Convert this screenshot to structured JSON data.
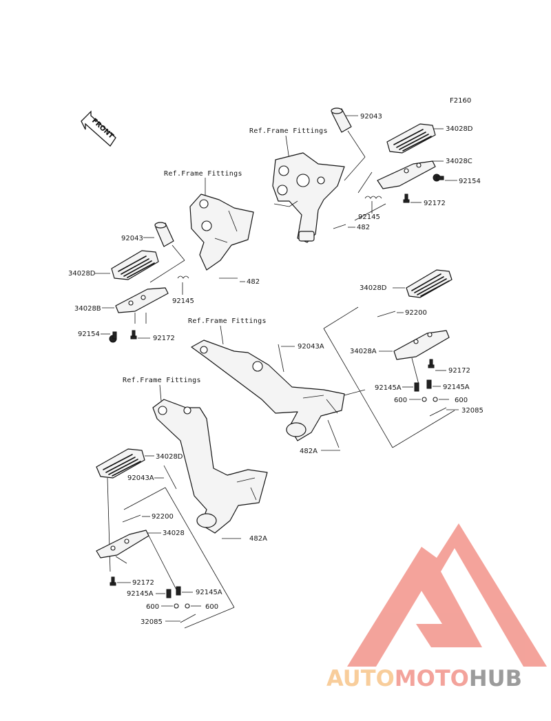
{
  "figure_code": "F2160",
  "front_label": "FRONT",
  "ref_labels": [
    "Ref.Frame Fittings",
    "Ref.Frame Fittings",
    "Ref.Frame Fittings",
    "Ref.Frame Fittings"
  ],
  "parts": {
    "p92043_top": "92043",
    "p34028D_tr": "34028D",
    "p34028C": "34028C",
    "p92154_r": "92154",
    "p92172_tr": "92172",
    "p92145_tr": "92145",
    "p482_tr": "482",
    "p92043_left": "92043",
    "p34028D_l": "34028D",
    "p482_l": "482",
    "p92145_l": "92145",
    "p34028B": "34028B",
    "p92154_l": "92154",
    "p92172_l": "92172",
    "p34028D_mr": "34028D",
    "p92200_mr": "92200",
    "p92043A_mr": "92043A",
    "p34028A": "34028A",
    "p92172_mr": "92172",
    "p92145A_mr1": "92145A",
    "p92145A_mr2": "92145A",
    "p600_mr1": "600",
    "p600_mr2": "600",
    "p32085_mr": "32085",
    "p482A_m": "482A",
    "p34028D_bl": "34028D",
    "p92043A_bl": "92043A",
    "p92200_bl": "92200",
    "p34028_bl": "34028",
    "p482A_bl": "482A",
    "p92172_bl": "92172",
    "p92145A_bl1": "92145A",
    "p92145A_bl2": "92145A",
    "p600_bl1": "600",
    "p600_bl2": "600",
    "p32085_bl": "32085"
  },
  "watermark": {
    "part1": "AUTO",
    "part2": "MOTO",
    "part3": "HUB",
    "color_main": "#f2938a",
    "color_light": "#f7c58a",
    "color_dark": "#8a8a8a"
  }
}
